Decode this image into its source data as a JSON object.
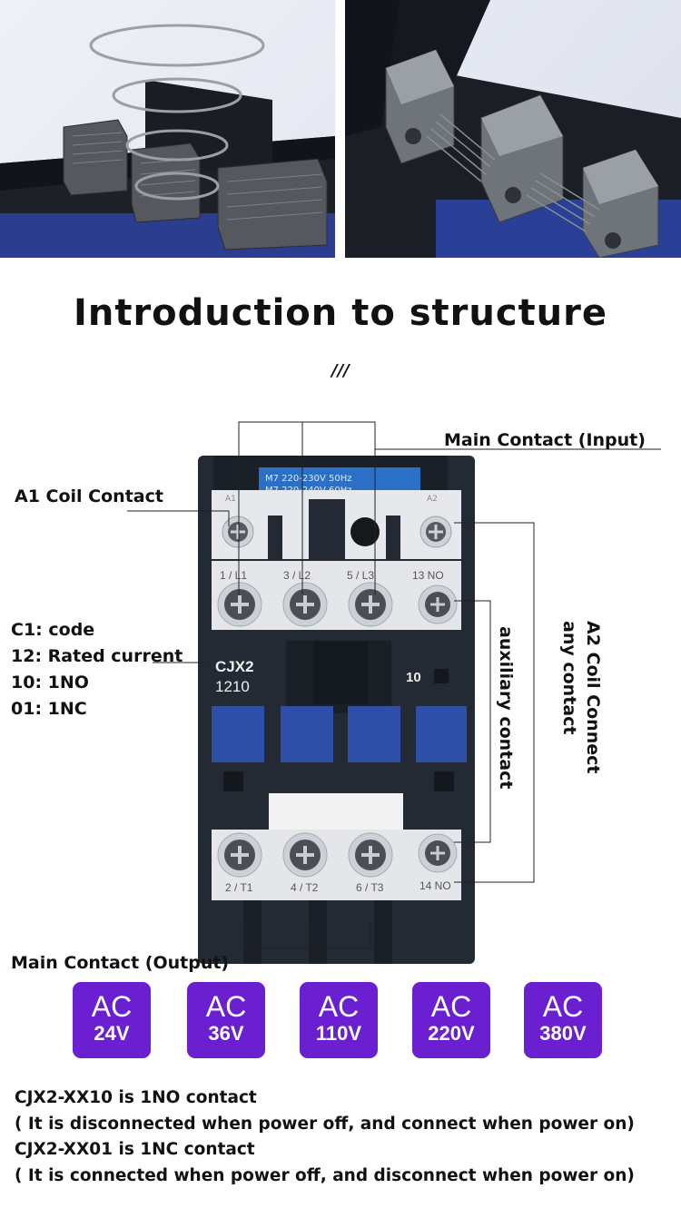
{
  "photos": {
    "left_alt": "contactor-spring-closeup",
    "right_alt": "contactor-contacts-closeup"
  },
  "title": "Introduction to structure",
  "subtitle": "///",
  "labels": {
    "main_contact_input": "Main Contact (Input)",
    "a1_coil_contact": "A1 Coil Contact",
    "code_lines": [
      "C1: code",
      "12: Rated current",
      "10: 1NO",
      "01: 1NC"
    ],
    "auxiliary_contact": "auxiliary contact",
    "a2_line1": "A2 Coil Connect",
    "a2_line2": "any contact",
    "main_contact_output": "Main Contact (Output)"
  },
  "device": {
    "coil_label_line1": "M7 220-230V 50Hz",
    "coil_label_line2": "M7 220-240V 60Hz",
    "a1_mark": "A1",
    "a2_mark": "A2",
    "top_terminals": [
      "1 / L1",
      "3 / L2",
      "5 / L3",
      "13 NO"
    ],
    "bottom_terminals": [
      "2 / T1",
      "4 / T2",
      "6 / T3",
      "14 NO"
    ],
    "model_line1": "CJX2",
    "model_line2": "1210",
    "aux_code": "10"
  },
  "voltages": [
    {
      "ac": "AC",
      "v": "24V"
    },
    {
      "ac": "AC",
      "v": "36V"
    },
    {
      "ac": "AC",
      "v": "110V"
    },
    {
      "ac": "AC",
      "v": "220V"
    },
    {
      "ac": "AC",
      "v": "380V"
    }
  ],
  "notes": [
    "CJX2-XX10 is 1NO contact",
    "( It is disconnected when power off, and connect when power on)",
    "CJX2-XX01 is 1NC contact",
    "( It is connected when power off, and disconnect when power on)"
  ],
  "colors": {
    "badge": "#6a1fd0",
    "device_body": "#232a33",
    "terminal_block": "#e4e6ea",
    "blue_button": "#2d4fa8"
  }
}
